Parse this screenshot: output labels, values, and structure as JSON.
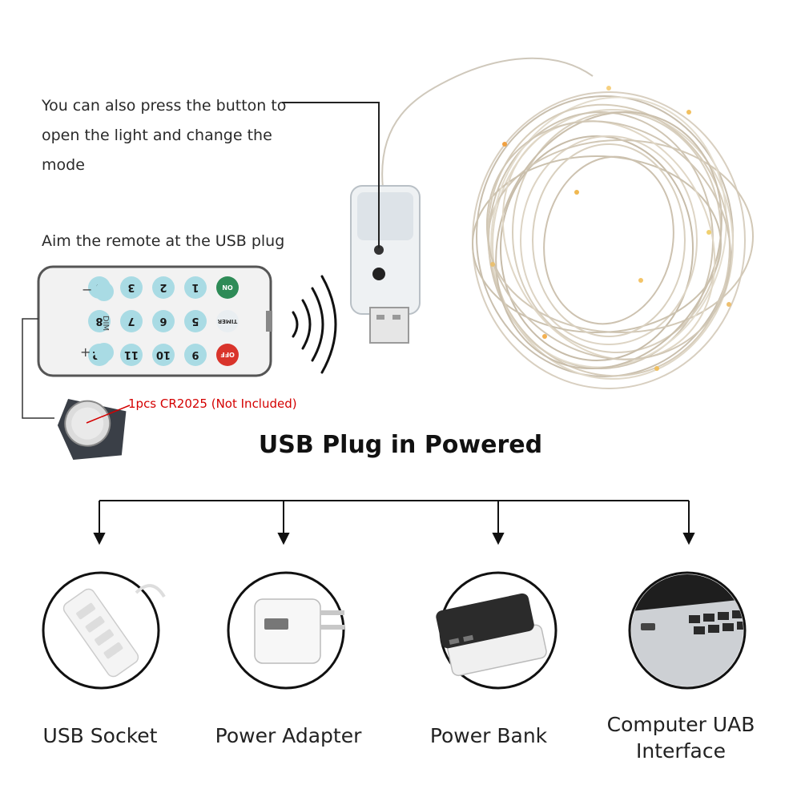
{
  "annotations": {
    "button_note": "You can also press the button to open the light and change the mode",
    "remote_note": "Aim the remote at the USB plug",
    "battery_note": "1pcs CR2025 (Not Included)"
  },
  "headline": "USB Plug in Powered",
  "power_sources": [
    {
      "label": "USB Socket",
      "icon": "power-strip-icon"
    },
    {
      "label": "Power Adapter",
      "icon": "wall-adapter-icon"
    },
    {
      "label": "Power Bank",
      "icon": "power-bank-icon"
    },
    {
      "label": "Computer UAB Interface",
      "icon": "laptop-usb-port-icon"
    }
  ],
  "remote": {
    "keys_row1": [
      "ON",
      "1",
      "2",
      "3",
      "4"
    ],
    "keys_row2": [
      "TIMER",
      "5",
      "6",
      "7",
      "8"
    ],
    "keys_row3": [
      "OFF",
      "9",
      "10",
      "11",
      "12"
    ],
    "side_labels": [
      "−",
      "DIM",
      "+"
    ]
  },
  "colors": {
    "accent_red": "#d40000",
    "key_blue": "#a9dbe4",
    "key_green": "#2e8b57",
    "key_red": "#d9342b"
  }
}
